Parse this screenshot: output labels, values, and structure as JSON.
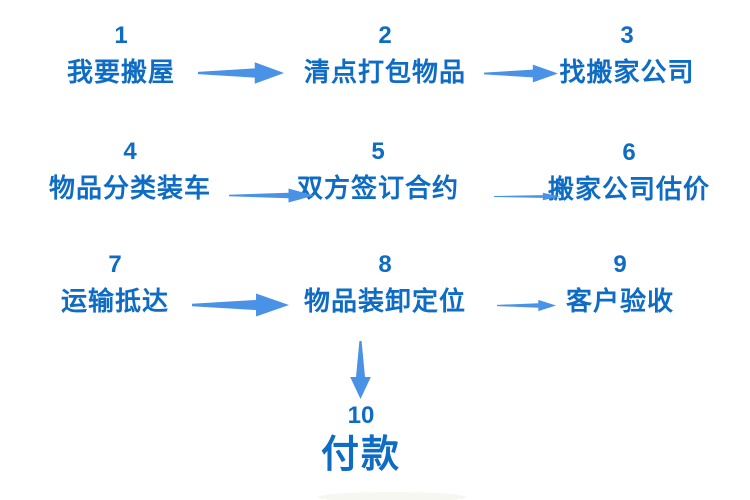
{
  "colors": {
    "step_text": "#0e6cc4",
    "arrow": "#4a92e5",
    "background": "#ffffff"
  },
  "flowchart": {
    "type": "process-flow",
    "language": "zh",
    "steps": [
      {
        "number": "1",
        "label": "我要搬屋"
      },
      {
        "number": "2",
        "label": "清点打包物品"
      },
      {
        "number": "3",
        "label": "找搬家公司"
      },
      {
        "number": "4",
        "label": "物品分类装车"
      },
      {
        "number": "5",
        "label": "双方签订合约"
      },
      {
        "number": "6",
        "label": "搬家公司估价"
      },
      {
        "number": "7",
        "label": "运输抵达"
      },
      {
        "number": "8",
        "label": "物品装卸定位"
      },
      {
        "number": "9",
        "label": "客户验收"
      },
      {
        "number": "10",
        "label": "付款"
      }
    ],
    "connections": [
      {
        "from": "1",
        "to": "2",
        "direction": "right"
      },
      {
        "from": "2",
        "to": "3",
        "direction": "right"
      },
      {
        "from": "4",
        "to": "5",
        "direction": "right"
      },
      {
        "from": "5",
        "to": "6",
        "direction": "right"
      },
      {
        "from": "7",
        "to": "8",
        "direction": "right"
      },
      {
        "from": "8",
        "to": "9",
        "direction": "right"
      },
      {
        "from": "8",
        "to": "10",
        "direction": "down"
      }
    ]
  }
}
